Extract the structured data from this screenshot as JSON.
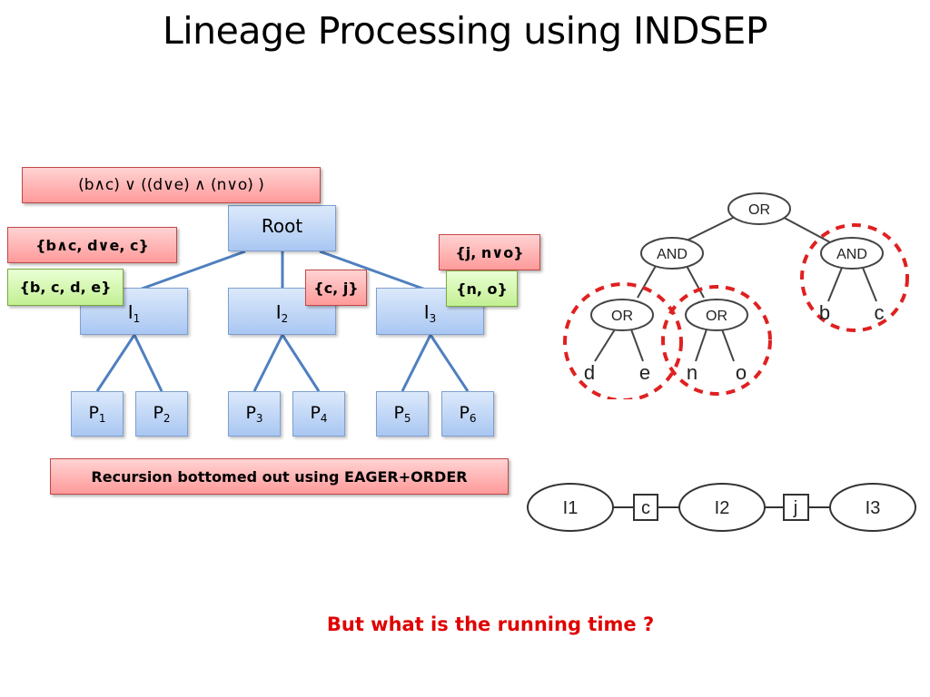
{
  "title": "Lineage Processing using INDSEP",
  "formula": "(b∧c) ∨ ((d∨e) ∧ (n∨o) )",
  "index_tree": {
    "root": "Root",
    "internal": [
      {
        "main": "I",
        "sub": "1"
      },
      {
        "main": "I",
        "sub": "2"
      },
      {
        "main": "I",
        "sub": "3"
      }
    ],
    "leaves": [
      {
        "main": "P",
        "sub": "1"
      },
      {
        "main": "P",
        "sub": "2"
      },
      {
        "main": "P",
        "sub": "3"
      },
      {
        "main": "P",
        "sub": "4"
      },
      {
        "main": "P",
        "sub": "5"
      },
      {
        "main": "P",
        "sub": "6"
      }
    ]
  },
  "annotations": {
    "i1_lineage": "{b∧c, d∨e, c}",
    "i1_vars": "{b, c, d, e}",
    "i2_separator": "{c, j}",
    "i3_lineage": "{j, n∨o}",
    "i3_vars": "{n, o}"
  },
  "note": "Recursion bottomed out using EAGER+ORDER",
  "question": "But what is the running time ?",
  "formula_tree": {
    "root": "OR",
    "and_left": "AND",
    "and_right": "AND",
    "or_left": "OR",
    "or_right": "OR",
    "leaves": {
      "b": "b",
      "c": "c",
      "d": "d",
      "e": "e",
      "n": "n",
      "o": "o"
    }
  },
  "junction_chain": {
    "nodes": [
      "I1",
      "I2",
      "I3"
    ],
    "separators": [
      "c",
      "j"
    ]
  },
  "colors": {
    "title": "#000000",
    "node_fill": "#a9c7f2",
    "red_tag": "#ff9a9a",
    "green_tag": "#c3ef93",
    "edge": "#4f7fbf",
    "dashed_circle": "#e02020",
    "question": "#e00000"
  }
}
